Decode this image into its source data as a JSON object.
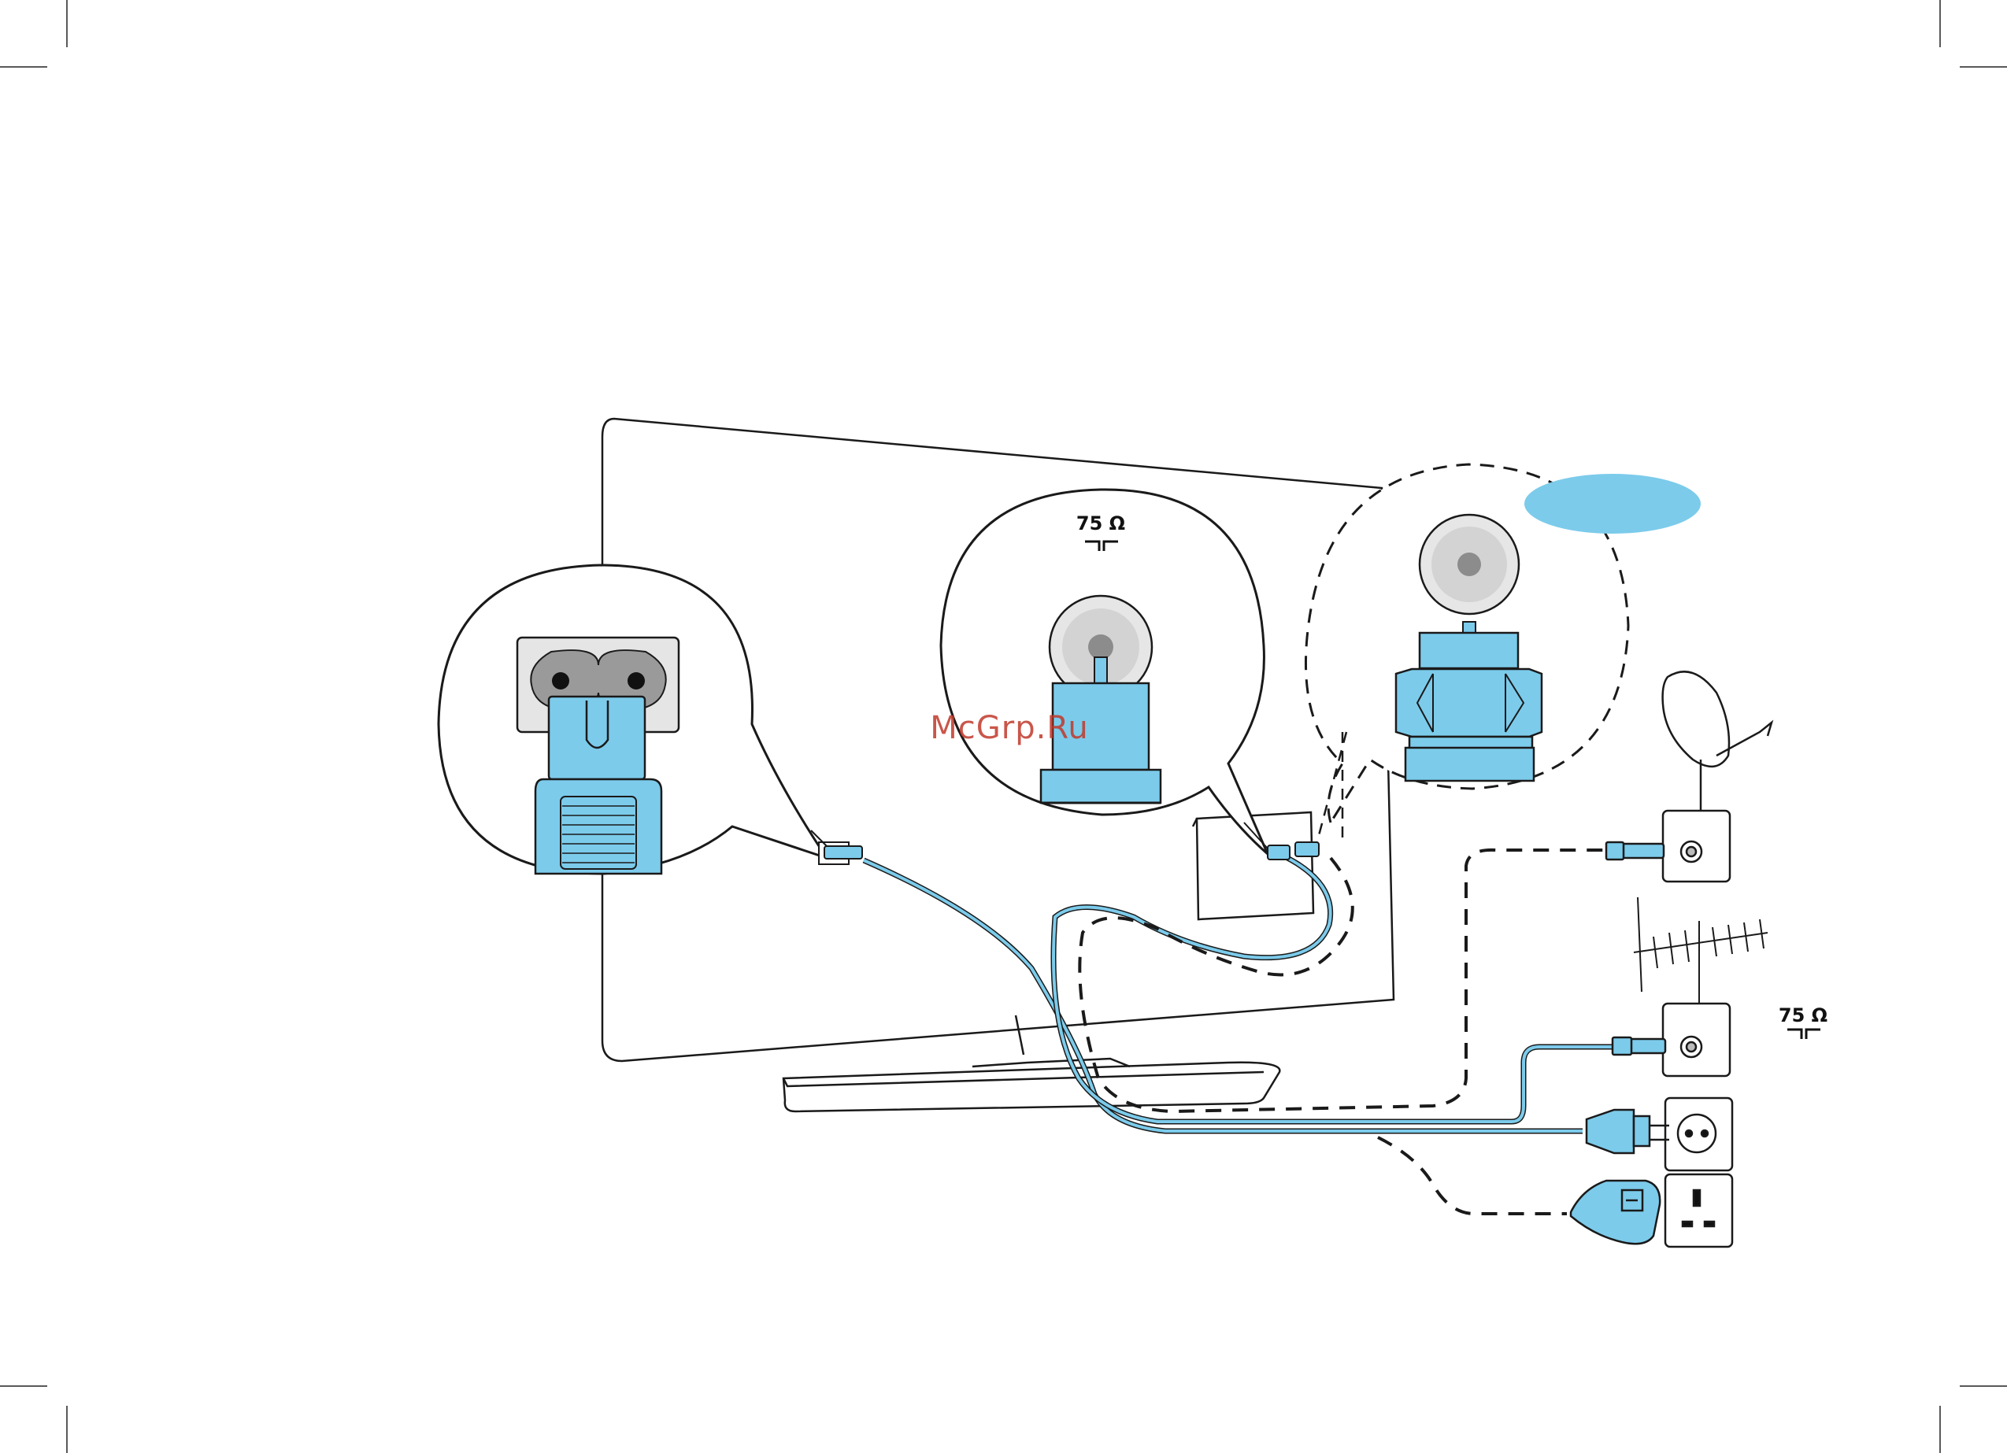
{
  "watermark": "McGrp.Ru",
  "impedance_label": "75 Ω",
  "colors": {
    "cable": "#7ccbeb",
    "line": "#1a1a1a",
    "socket_grey": "#cfcfcf",
    "socket_dark": "#8c8c8c",
    "badge": "#7ccbeb"
  },
  "icons": [
    "tv-back-outline",
    "power-socket-magnifier",
    "antenna-socket-magnifier",
    "f-connector-magnifier",
    "satellite-dish-icon",
    "antenna-icon",
    "eu-wall-socket-icon",
    "uk-wall-socket-icon",
    "eu-plug-icon",
    "uk-plug-icon"
  ]
}
